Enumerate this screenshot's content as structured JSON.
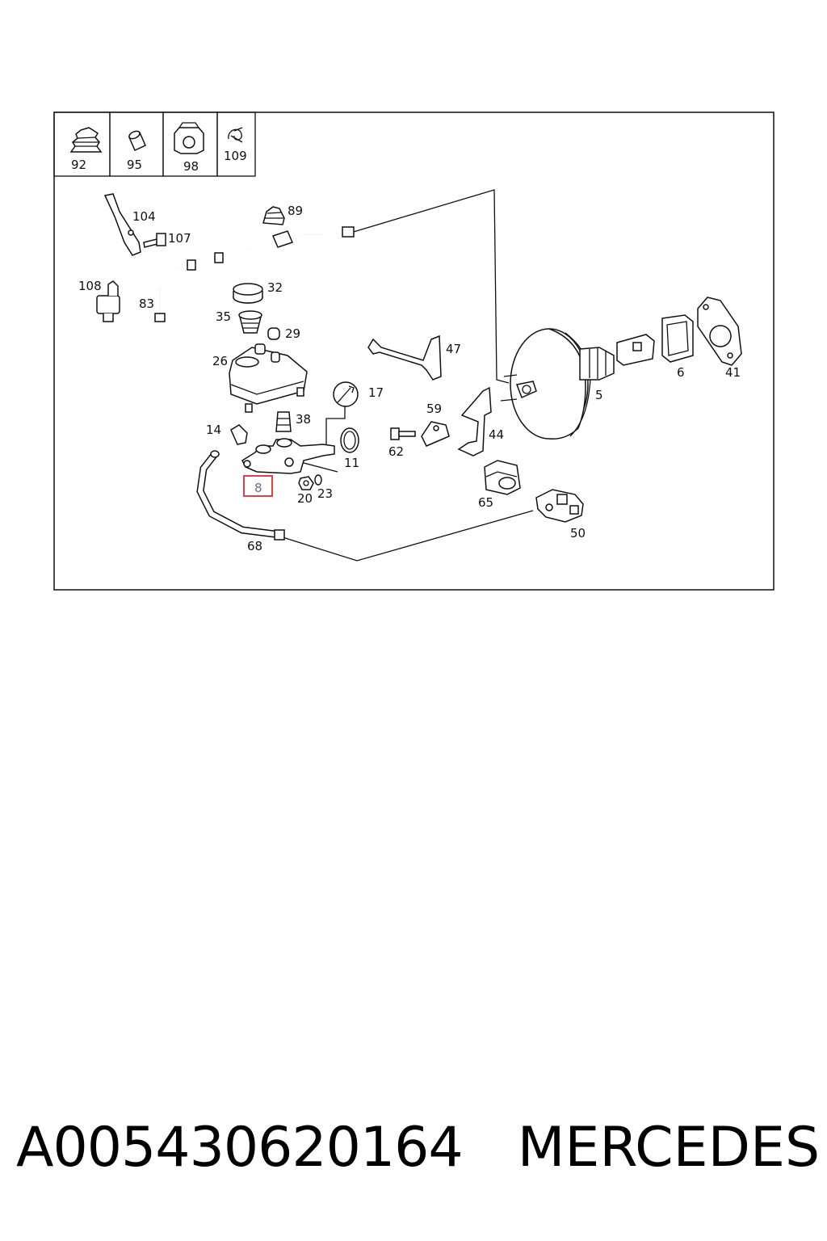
{
  "diagram": {
    "legend_boxes": [
      {
        "label": "92",
        "icon": "bellows-boot-icon"
      },
      {
        "label": "95",
        "icon": "bushing-icon"
      },
      {
        "label": "98",
        "icon": "clip-icon"
      },
      {
        "label": "109",
        "icon": "spring-clip-icon"
      }
    ],
    "callouts": {
      "c104": "104",
      "c107": "107",
      "c89": "89",
      "c108": "108",
      "c83": "83",
      "c32": "32",
      "c35": "35",
      "c29": "29",
      "c26": "26",
      "c47": "47",
      "c17": "17",
      "c59": "59",
      "c14": "14",
      "c38": "38",
      "c62": "62",
      "c44": "44",
      "c11": "11",
      "c8": "8",
      "c20": "20",
      "c23": "23",
      "c65": "65",
      "c50": "50",
      "c68": "68",
      "c5": "5",
      "c6": "6",
      "c41": "41"
    },
    "highlighted_part": "8",
    "highlight_color": "#e0404a"
  },
  "caption": {
    "part_number": "A005430620164",
    "brand": "MERCEDES"
  }
}
